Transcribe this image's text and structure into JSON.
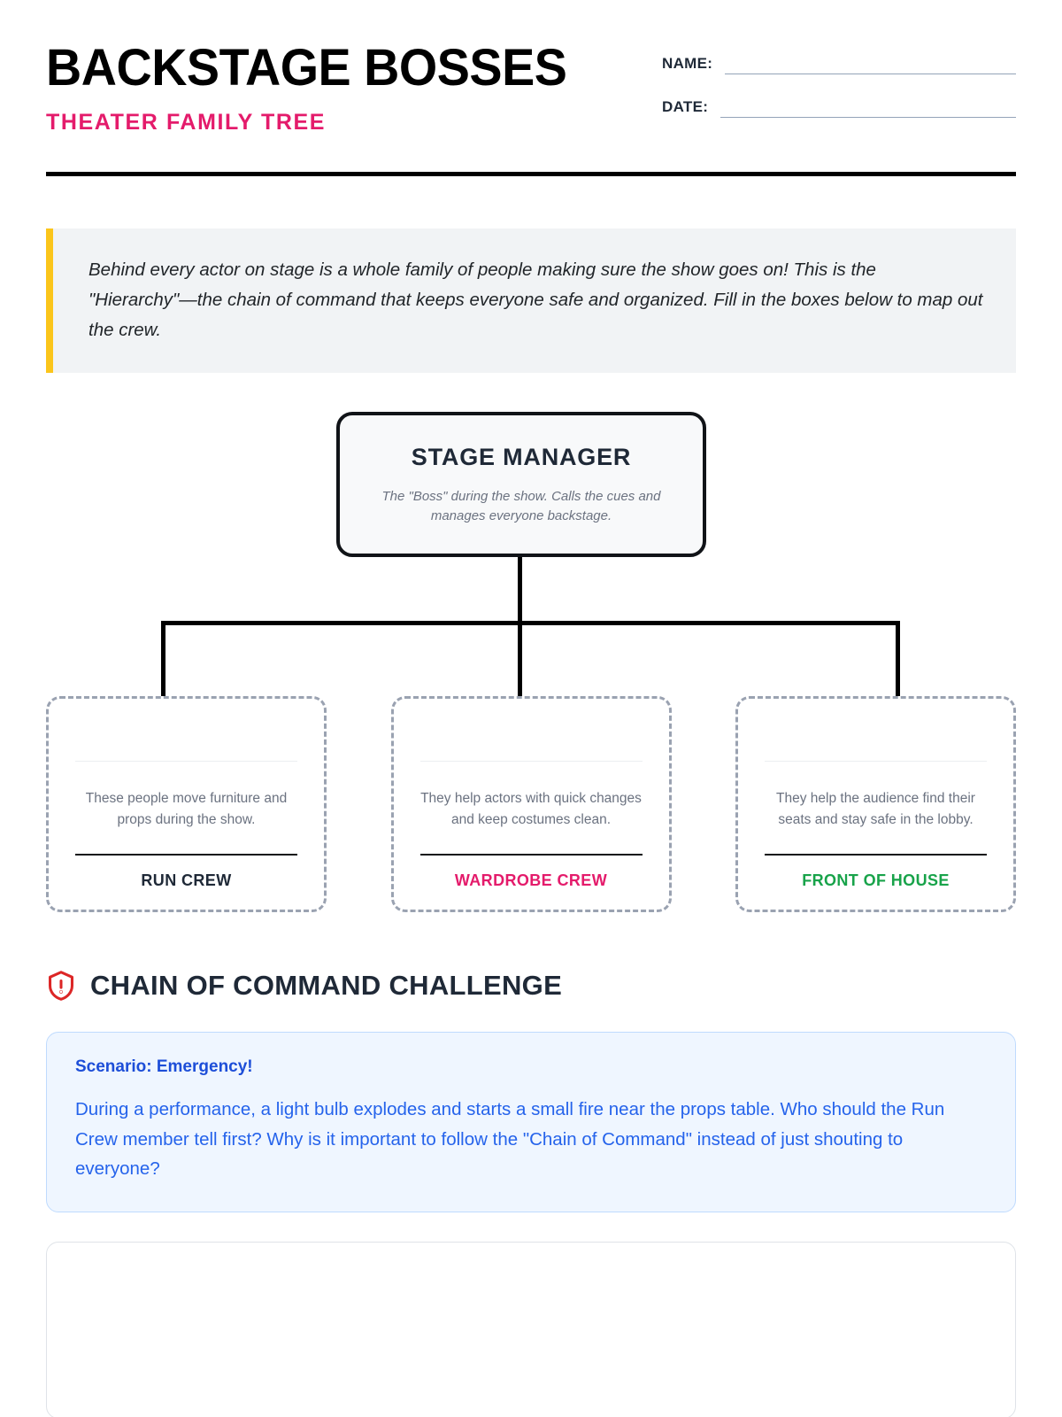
{
  "header": {
    "title": "BACKSTAGE BOSSES",
    "subtitle": "THEATER FAMILY TREE",
    "name_label": "NAME:",
    "date_label": "DATE:",
    "name_value": "",
    "date_value": ""
  },
  "intro": {
    "text": "Behind every actor on stage is a whole family of people making sure the show goes on! This is the \"Hierarchy\"—the chain of command that keeps everyone safe and organized. Fill in the boxes below to map out the crew."
  },
  "org_chart": {
    "root": {
      "title": "STAGE MANAGER",
      "description": "The \"Boss\" during the show. Calls the cues and manages everyone backstage."
    },
    "children": [
      {
        "description": "These people move furniture and props during the show.",
        "label": "RUN CREW",
        "label_color": "#1f2937",
        "answer_value": ""
      },
      {
        "description": "They help actors with quick changes and keep costumes clean.",
        "label": "WARDROBE CREW",
        "label_color": "#e41b6b",
        "answer_value": ""
      },
      {
        "description": "They help the audience find their seats and stay safe in the lobby.",
        "label": "FRONT OF HOUSE",
        "label_color": "#18a34a",
        "answer_value": ""
      }
    ]
  },
  "challenge": {
    "icon": "shield-alert-icon",
    "icon_color": "#dc2626",
    "title": "CHAIN OF COMMAND CHALLENGE",
    "scenario_label": "Scenario: Emergency!",
    "scenario_text": "During a performance, a light bulb explodes and starts a small fire near the props table. Who should the Run Crew member tell first? Why is it important to follow the \"Chain of Command\" instead of just shouting to everyone?",
    "answer_value": ""
  },
  "colors": {
    "accent_pink": "#e41b6b",
    "accent_yellow": "#fbc51b",
    "accent_green": "#18a34a",
    "accent_blue": "#2563eb",
    "accent_red": "#dc2626",
    "ink": "#1f2937"
  }
}
